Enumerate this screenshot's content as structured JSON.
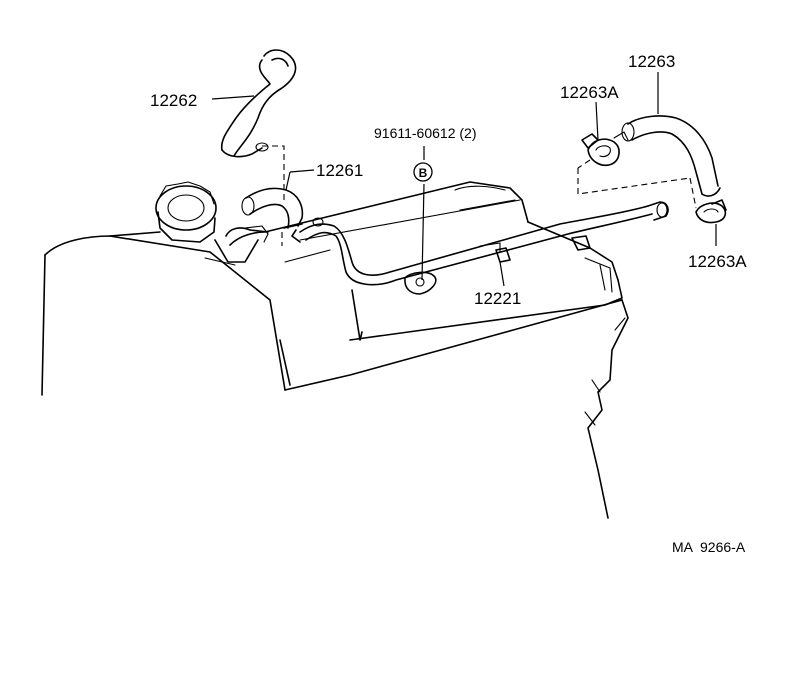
{
  "diagram": {
    "labels": {
      "hose_12262": "12262",
      "hose_12261": "12261",
      "bolt": "91611-60612 (2)",
      "bolt_marker": "B",
      "hose_12263": "12263",
      "clamp_upper": "12263A",
      "clamp_lower": "12263A",
      "pipe_12221": "12221",
      "figure_code": "MA  9266-A"
    }
  }
}
